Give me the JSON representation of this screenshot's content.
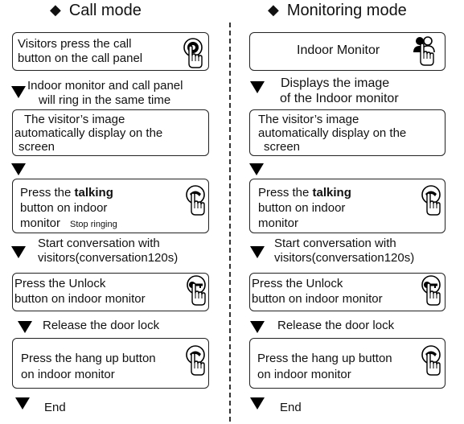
{
  "left": {
    "title": "Call mode",
    "box1": [
      "Visitors press the call",
      "button on the call panel"
    ],
    "step1": [
      "Indoor monitor and call panel",
      "will ring in the same time"
    ],
    "box2": [
      "The visitor’s image",
      "automatically display on the",
      "screen"
    ],
    "box3": {
      "line1_pre": "Press the ",
      "line1_bold": "talking",
      "line2": "button on indoor",
      "line3": "monitor",
      "note": "Stop ringing"
    },
    "step2": [
      "Start conversation with",
      "visitors(conversation120s)"
    ],
    "box4": [
      "Press the Unlock",
      "button on indoor monitor"
    ],
    "step3": "Release the door lock",
    "box5": [
      "Press the hang up  button",
      "on indoor monitor"
    ],
    "end": "End"
  },
  "right": {
    "title": "Monitoring mode",
    "box1": "Indoor Monitor",
    "step1": [
      "Displays the image",
      "of the Indoor monitor"
    ],
    "box2": [
      "The visitor’s image",
      "automatically display on the",
      "screen"
    ],
    "box3": {
      "line1_pre": "Press the ",
      "line1_bold": "talking",
      "line2": "button on indoor",
      "line3": "monitor"
    },
    "step2": [
      "Start conversation with",
      "visitors(conversation120s)"
    ],
    "box4": [
      "Press the Unlock",
      "button on indoor monitor"
    ],
    "step3": "Release the door lock",
    "box5": [
      "Press the hang up  button",
      "on indoor monitor"
    ],
    "end": "End"
  }
}
